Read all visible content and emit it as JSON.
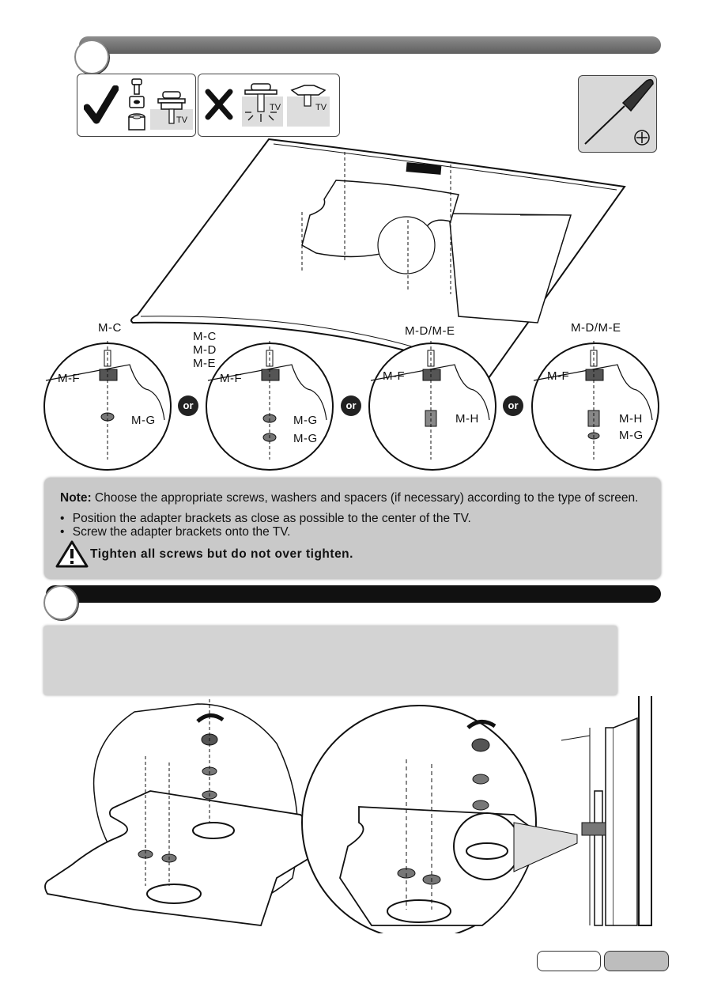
{
  "good_example": {
    "tv_label": "TV"
  },
  "bad_example": {
    "tv_label_1": "TV",
    "tv_label_2": "TV"
  },
  "diagram_labels": {
    "c1_mc": "M-C",
    "c1_mf": "M-F",
    "c1_mg": "M-G",
    "c2_mc": "M-C",
    "c2_md": "M-D",
    "c2_me": "M-E",
    "c2_mf": "M-F",
    "c2_mg1": "M-G",
    "c2_mg2": "M-G",
    "c3_mdme": "M-D/M-E",
    "c3_mf": "M-F",
    "c3_mh": "M-H",
    "c4_mdme": "M-D/M-E",
    "c4_mf": "M-F",
    "c4_mh": "M-H",
    "c4_mg": "M-G",
    "or_label": "or"
  },
  "note": {
    "heading": "Note:",
    "text": "Choose the appropriate screws, washers and spacers (if necessary) according to the type of screen.",
    "bullets": [
      "Position the adapter brackets as close as possible to the center of the TV.",
      "Screw the adapter brackets onto the TV."
    ],
    "bullet_char": "•",
    "warning": "Tighten all screws but do not over tighten."
  }
}
